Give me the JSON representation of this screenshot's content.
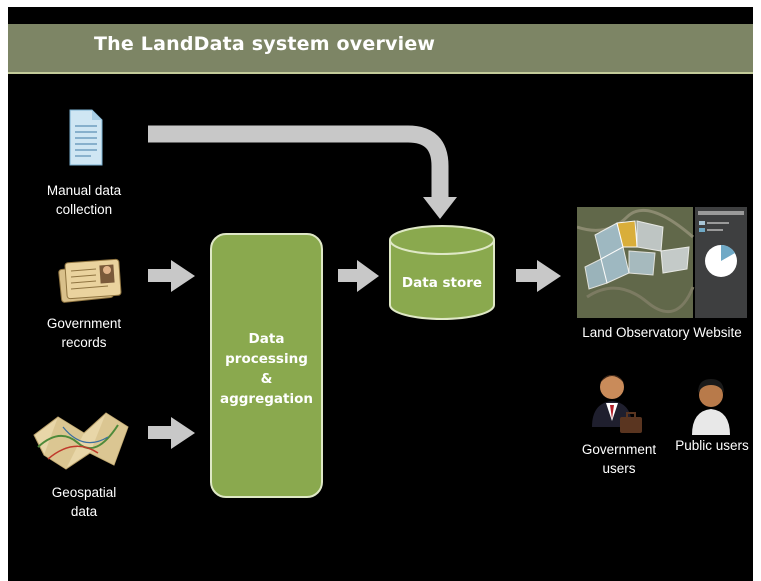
{
  "title": "The LandData system overview",
  "sources": {
    "manual": "Manual data collection",
    "manual_lines": [
      "Manual data",
      "collection"
    ],
    "government_lines": [
      "Government",
      "records"
    ],
    "geospatial_lines": [
      "Geospatial",
      "data"
    ]
  },
  "processing_lines": [
    "Data",
    "processing",
    "&",
    "aggregation"
  ],
  "data_store": "Data store",
  "website": "Land Observatory Website",
  "users": {
    "government_lines": [
      "Government",
      "users"
    ],
    "public": "Public users"
  },
  "icons": {
    "manual": "document-icon",
    "government": "id-card-icon",
    "geospatial": "folded-map-icon",
    "gov_user": "businessman-icon",
    "public_user": "person-icon"
  },
  "colors": {
    "background": "#000000",
    "title_bar": "#7d8565",
    "box_green": "#8aa94e",
    "arrow_gray": "#c8c8c8"
  }
}
